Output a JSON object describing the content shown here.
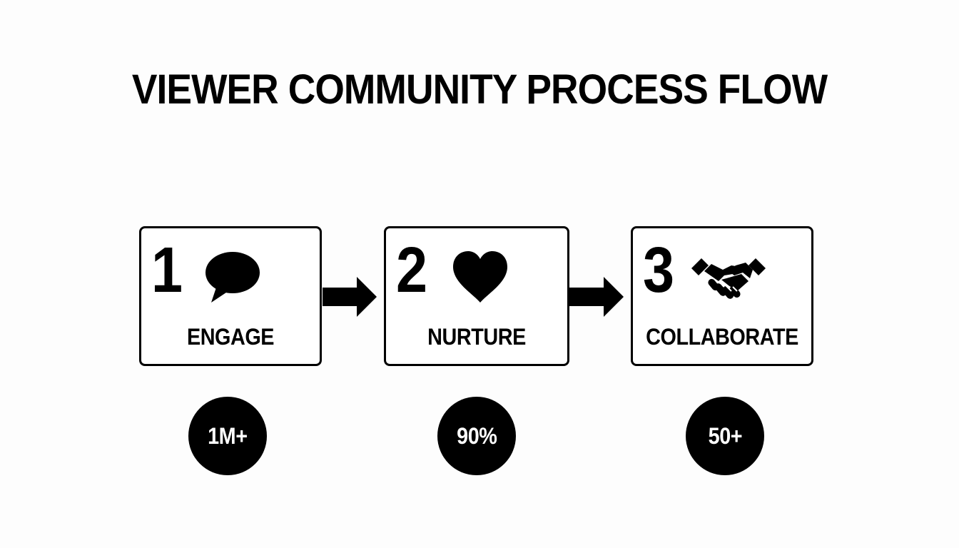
{
  "title": "VIEWER COMMUNITY PROCESS FLOW",
  "steps": [
    {
      "number": "1",
      "label": "ENGAGE",
      "icon": "speech-bubble-icon"
    },
    {
      "number": "2",
      "label": "NURTURE",
      "icon": "heart-icon"
    },
    {
      "number": "3",
      "label": "COLLABORATE",
      "icon": "handshake-icon"
    }
  ],
  "metrics": [
    {
      "value": "1M+"
    },
    {
      "value": "90%"
    },
    {
      "value": "50+"
    }
  ],
  "colors": {
    "background": "#fdfdfd",
    "ink": "#000000",
    "box_fill": "#ffffff",
    "metric_text": "#ffffff"
  }
}
